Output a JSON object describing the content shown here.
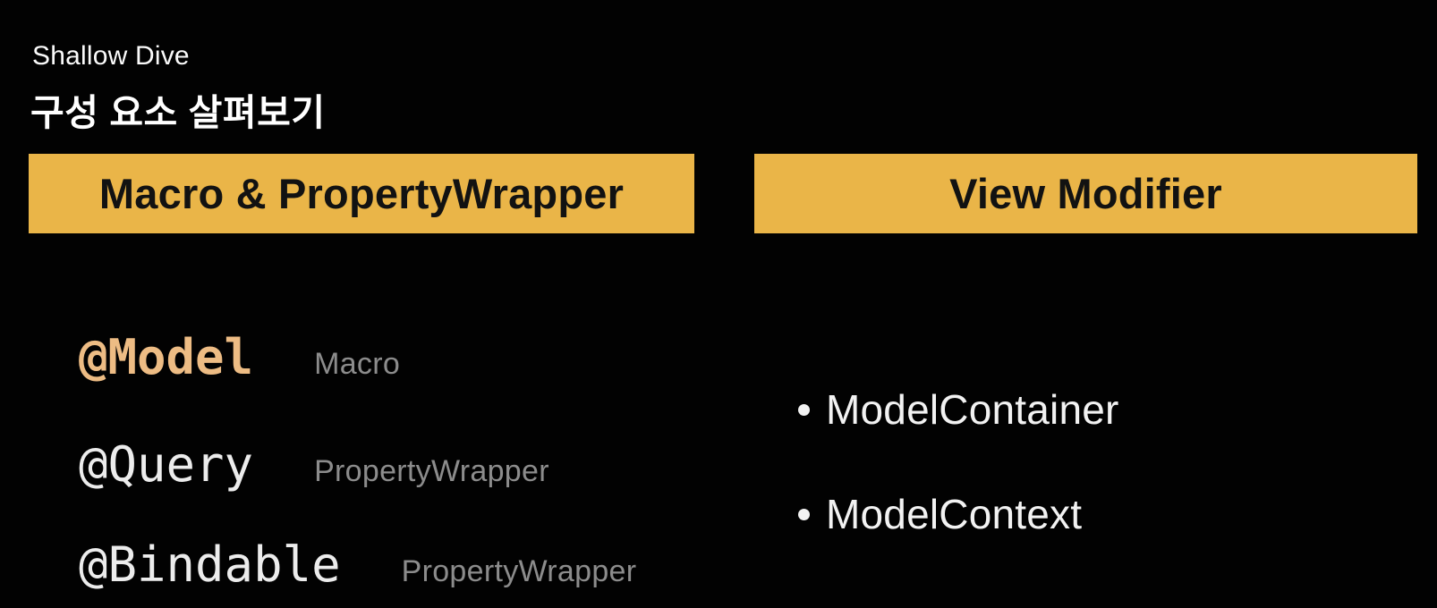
{
  "slide": {
    "eyebrow": "Shallow Dive",
    "title": "구성 요소 살펴보기",
    "colors": {
      "background": "#020202",
      "banner_background": "#EAB548",
      "banner_text": "#121212",
      "model_accent": "#EDBC84",
      "code_text": "#ECECEC",
      "muted_label": "#8C8C8C",
      "body_text": "#F2F2F2"
    },
    "left_section": {
      "banner_label": "Macro & PropertyWrapper",
      "items": [
        {
          "code": "@Model",
          "kind": "Macro"
        },
        {
          "code": "@Query",
          "kind": "PropertyWrapper"
        },
        {
          "code": "@Bindable",
          "kind": "PropertyWrapper"
        }
      ]
    },
    "right_section": {
      "banner_label": "View Modifier",
      "bullet_glyph": "•",
      "bullets": [
        {
          "label": "ModelContainer"
        },
        {
          "label": "ModelContext"
        }
      ]
    }
  }
}
